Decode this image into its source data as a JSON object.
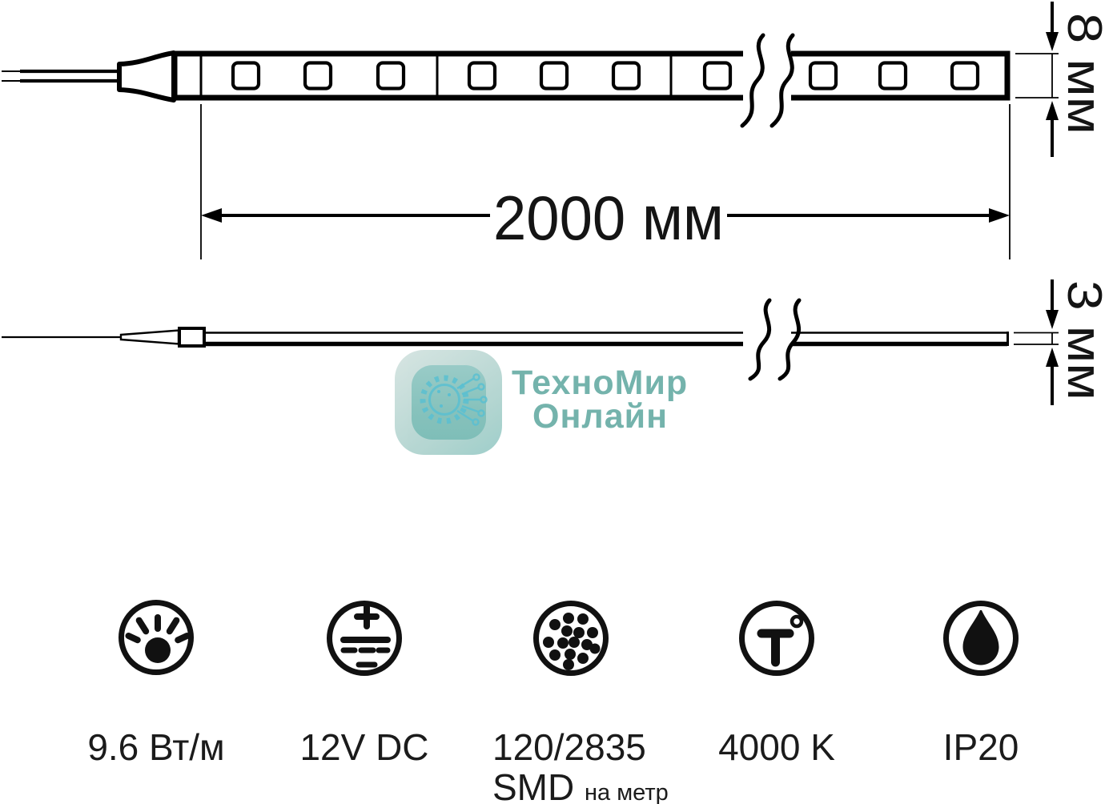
{
  "diagram": {
    "length_label": "2000 мм",
    "width_label": "8 мм",
    "height_label": "3 мм"
  },
  "watermark": {
    "line1": "ТехноМир",
    "line2": "Онлайн",
    "brand_color": "#6fb0a9",
    "icon": "gear-circuit-icon"
  },
  "specs": [
    {
      "icon": "light-output-icon",
      "label": "9.6 Вт/м"
    },
    {
      "icon": "dc-voltage-icon",
      "label": "12V DC"
    },
    {
      "icon": "led-density-icon",
      "label": "120/2835",
      "label_line2_main": "SMD",
      "label_line2_sub": "на метр"
    },
    {
      "icon": "color-temperature-icon",
      "label": "4000 K"
    },
    {
      "icon": "ip-rating-icon",
      "label": "IP20"
    }
  ]
}
